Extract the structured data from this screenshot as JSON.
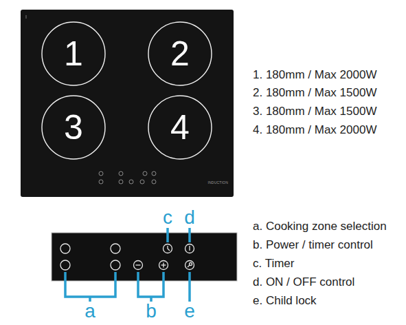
{
  "diagram": {
    "nodes": [
      {
        "text": [
          "INDUCTION"
        ]
      },
      {
        "text": [
          "1"
        ],
        "in": 0
      },
      {
        "text": [
          "2"
        ],
        "in": 0
      },
      {
        "text": [
          "3"
        ],
        "in": 0
      },
      {
        "text": [
          "4"
        ],
        "in": 0
      }
    ],
    "labels": [
      "1. 180mm / Max 2000W",
      "2. 180mm / Max 1500W",
      "3. 180mm / Max 1500W",
      "4. 180mm / Max 2000W",
      "c",
      "d",
      "a. Cooking zone selection",
      "b. Power / timer control",
      "c. Timer",
      "d. ON / OFF control",
      "e. Child lock",
      "a",
      "b",
      "e"
    ]
  }
}
